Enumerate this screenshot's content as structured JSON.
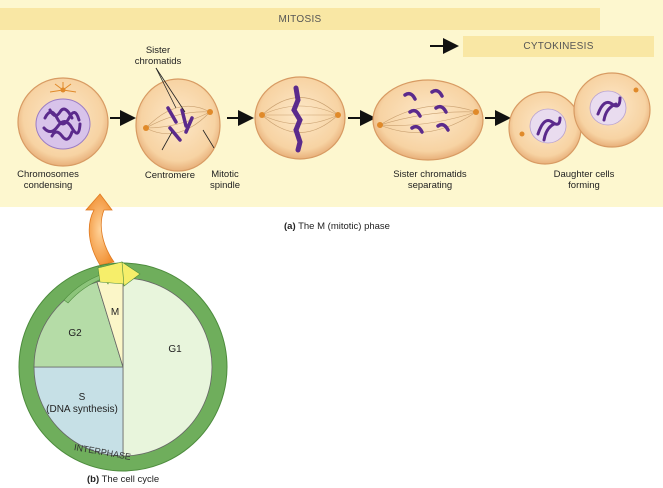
{
  "bands": {
    "mitosis": "MITOSIS",
    "cytokinesis": "CYTOKINESIS"
  },
  "stages": [
    {
      "line1": "Chromosomes",
      "line2": "condensing"
    },
    {
      "line1": "Sister chromatids",
      "line2": "separating"
    },
    {
      "line1": "Daughter cells",
      "line2": "forming"
    }
  ],
  "callouts": {
    "sister_chromatids": {
      "line1": "Sister",
      "line2": "chromatids"
    },
    "centromere": "Centromere",
    "mitotic_spindle": {
      "line1": "Mitotic",
      "line2": "spindle"
    }
  },
  "captions": {
    "a_marker": "(a)",
    "a_text": "The M (mitotic) phase",
    "b_marker": "(b)",
    "b_text": "The cell cycle"
  },
  "cycle": {
    "phases": {
      "m": "M",
      "g2": "G2",
      "g1": "G1",
      "s": "S",
      "s_detail": "(DNA synthesis)"
    },
    "ring_label": "INTERPHASE"
  },
  "colors": {
    "panel": "#fdf7cf",
    "band": "#f9e7a4",
    "ring": "#6fae5c",
    "g1": "#e8f5dc",
    "g2": "#b5dca7",
    "s": "#c6e0e6",
    "m": "#fbf6c8",
    "chromosome": "#5b2a8c",
    "arrow_orange": "#f39c3c"
  }
}
